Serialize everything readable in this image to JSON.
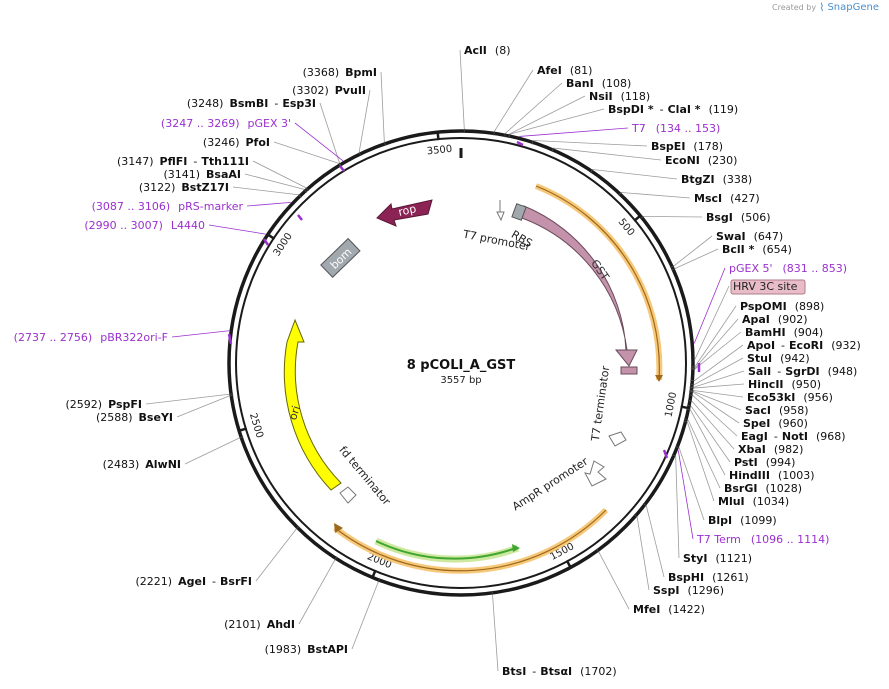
{
  "plasmid": {
    "name": "8 pCOLI_A_GST",
    "length": "3557 bp",
    "total_bp": 3557
  },
  "watermark": {
    "created_by": "Created by",
    "brand": "SnapGene"
  },
  "ticks": [
    "500",
    "1000",
    "1500",
    "2000",
    "2500",
    "3000",
    "3500"
  ],
  "colors": {
    "backbone": "#1a1a1a",
    "site_line": "#9c9c9c",
    "primer": "#9b30d0",
    "rop": "#8c2355",
    "gst": "#c493ab",
    "ori": "#ffff00",
    "bom": "#a1a8ae",
    "ampr": "#3fa62f",
    "orange_halo": "#f4a935",
    "orf_line": "#e2a02a",
    "hrv_fill": "#e8bdc7"
  },
  "sites_right": [
    {
      "name": "AclI",
      "pos": "(8)"
    },
    {
      "name": "AfeI",
      "pos": "(81)"
    },
    {
      "name": "BanI",
      "pos": "(108)"
    },
    {
      "name": "NsiI",
      "pos": "(118)"
    },
    {
      "name": "BspDI *",
      "pos": "(119)",
      "extra": "ClaI *"
    },
    {
      "name": "T7",
      "pos": "(134 .. 153)",
      "primer": true
    },
    {
      "name": "BspEI",
      "pos": "(178)"
    },
    {
      "name": "EcoNI",
      "pos": "(230)"
    },
    {
      "name": "BtgZI",
      "pos": "(338)"
    },
    {
      "name": "MscI",
      "pos": "(427)"
    },
    {
      "name": "BsgI",
      "pos": "(506)"
    },
    {
      "name": "SwaI",
      "pos": "(647)"
    },
    {
      "name": "BclI *",
      "pos": "(654)"
    },
    {
      "name": "pGEX 5'",
      "pos": "(831 .. 853)",
      "primer": true
    },
    {
      "name": "HRV 3C site",
      "feature": true
    },
    {
      "name": "PspOMI",
      "pos": "(898)"
    },
    {
      "name": "ApaI",
      "pos": "(902)"
    },
    {
      "name": "BamHI",
      "pos": "(904)"
    },
    {
      "name": "ApoI",
      "pos": "(932)",
      "extra": "EcoRI"
    },
    {
      "name": "StuI",
      "pos": "(942)"
    },
    {
      "name": "SalI",
      "pos": "(948)",
      "extra": "SgrDI"
    },
    {
      "name": "HincII",
      "pos": "(950)"
    },
    {
      "name": "Eco53kI",
      "pos": "(956)"
    },
    {
      "name": "SacI",
      "pos": "(958)"
    },
    {
      "name": "SpeI",
      "pos": "(960)"
    },
    {
      "name": "EagI",
      "pos": "(968)",
      "extra": "NotI"
    },
    {
      "name": "XbaI",
      "pos": "(982)"
    },
    {
      "name": "PstI",
      "pos": "(994)"
    },
    {
      "name": "HindIII",
      "pos": "(1003)"
    },
    {
      "name": "BsrGI",
      "pos": "(1028)"
    },
    {
      "name": "MluI",
      "pos": "(1034)"
    },
    {
      "name": "BlpI",
      "pos": "(1099)"
    },
    {
      "name": "T7 Term",
      "pos": "(1096 .. 1114)",
      "primer": true
    },
    {
      "name": "StyI",
      "pos": "(1121)"
    },
    {
      "name": "BspHI",
      "pos": "(1261)"
    },
    {
      "name": "SspI",
      "pos": "(1296)"
    },
    {
      "name": "MfeI",
      "pos": "(1422)"
    },
    {
      "name": "BtsI",
      "pos": "(1702)",
      "extra": "BtsαI"
    }
  ],
  "sites_left": [
    {
      "name": "BpmI",
      "pos": "(3368)"
    },
    {
      "name": "PvuII",
      "pos": "(3302)"
    },
    {
      "name": "BsmBI",
      "pos": "(3248)",
      "extra": "Esp3I"
    },
    {
      "name": "pGEX 3'",
      "pos": "(3247 .. 3269)",
      "primer": true
    },
    {
      "name": "PfoI",
      "pos": "(3246)"
    },
    {
      "name": "PflFI",
      "pos": "(3147)",
      "extra": "Tth111I"
    },
    {
      "name": "BsaAI",
      "pos": "(3141)"
    },
    {
      "name": "BstZ17I",
      "pos": "(3122)"
    },
    {
      "name": "pRS-marker",
      "pos": "(3087 .. 3106)",
      "primer": true
    },
    {
      "name": "L4440",
      "pos": "(2990 .. 3007)",
      "primer": true
    },
    {
      "name": "pBR322ori-F",
      "pos": "(2737 .. 2756)",
      "primer": true
    },
    {
      "name": "PspFI",
      "pos": "(2592)"
    },
    {
      "name": "BseYI",
      "pos": "(2588)"
    },
    {
      "name": "AlwNI",
      "pos": "(2483)"
    },
    {
      "name": "AgeI",
      "pos": "(2221)",
      "extra": "BsrFI"
    },
    {
      "name": "AhdI",
      "pos": "(2101)"
    },
    {
      "name": "BstAPI",
      "pos": "(1983)"
    }
  ],
  "features": {
    "rop": "rop",
    "bom": "bom",
    "ori": "ori",
    "gst": "GST",
    "rbs": "RBS",
    "t7_promoter": "T7 promoter",
    "t7_terminator": "T7 terminator",
    "ampr_promoter": "AmpR promoter",
    "fd_terminator": "fd terminator"
  }
}
